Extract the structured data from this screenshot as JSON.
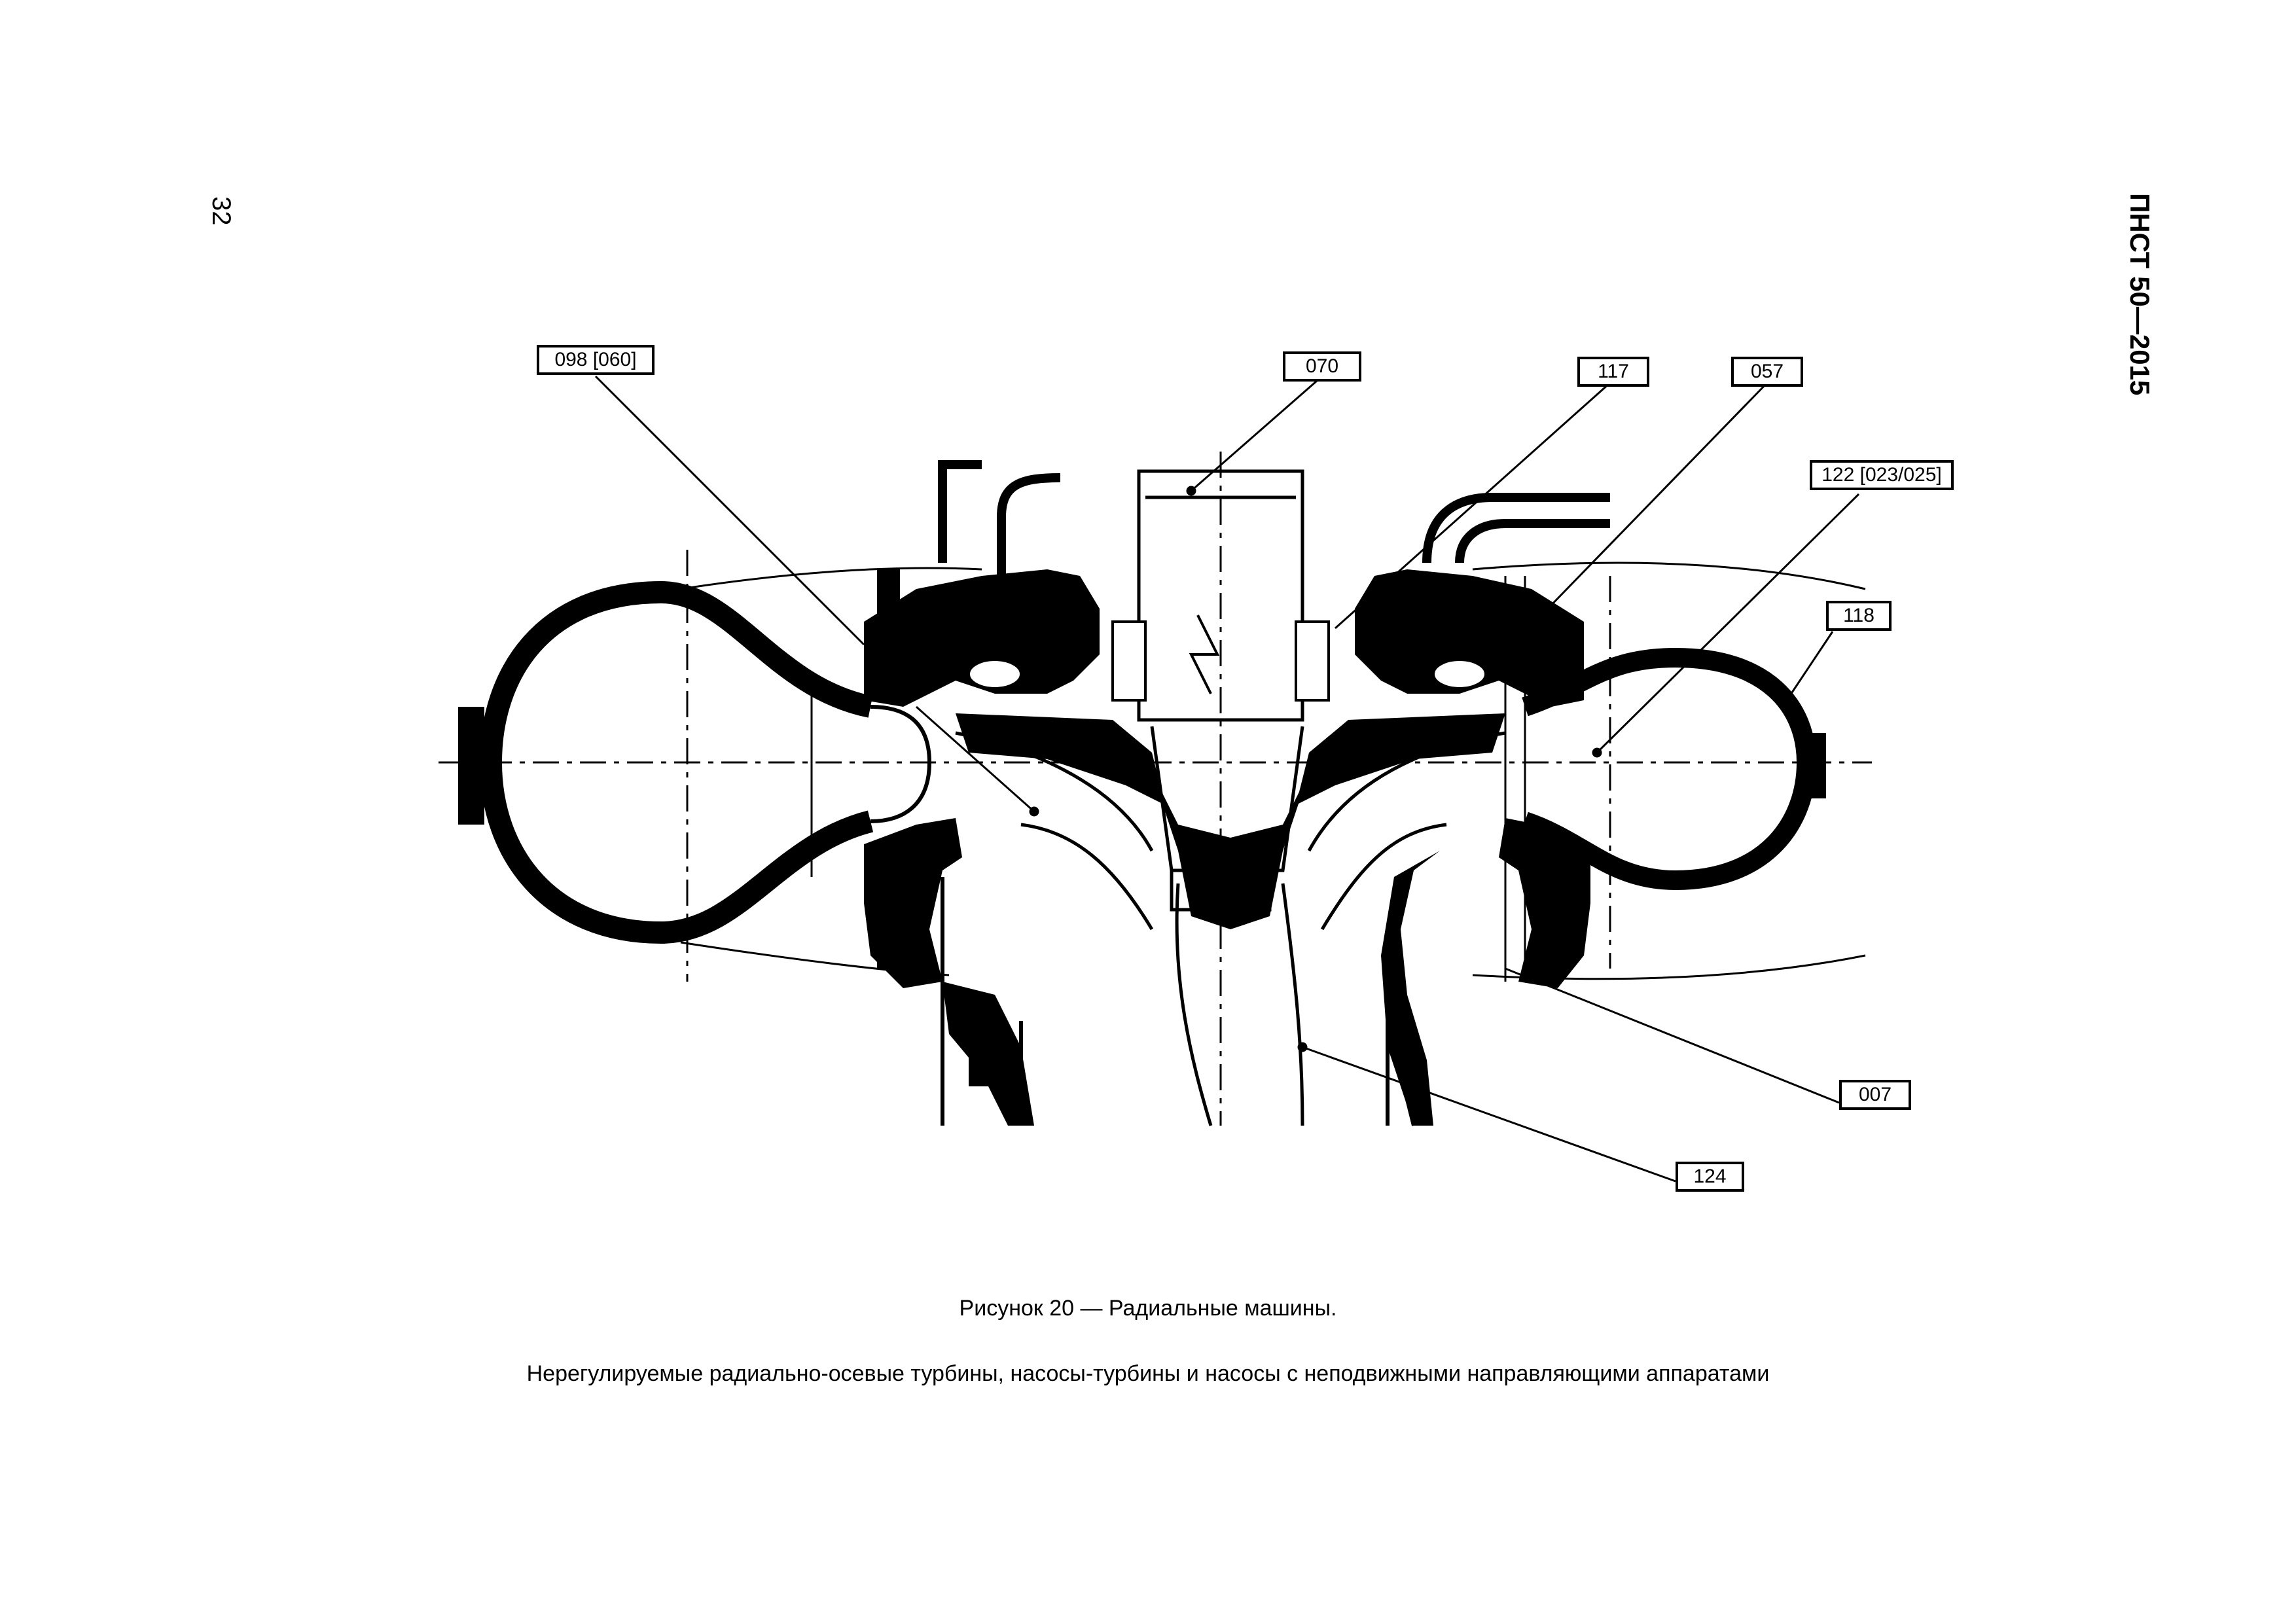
{
  "header": {
    "page_number": "32",
    "document_code": "ПНСТ 50—2015"
  },
  "figure": {
    "labels": {
      "l098": "098 [060]",
      "l070": "070",
      "l117": "117",
      "l057": "057",
      "l122": "122 [023/025]",
      "l118": "118",
      "l007": "007",
      "l124": "124"
    },
    "caption_line1": "Рисунок 20 — Радиальные машины.",
    "caption_line2": "Нерегулируемые радиально-осевые турбины, насосы-турбины и насосы с неподвижными направляющими аппаратами"
  }
}
